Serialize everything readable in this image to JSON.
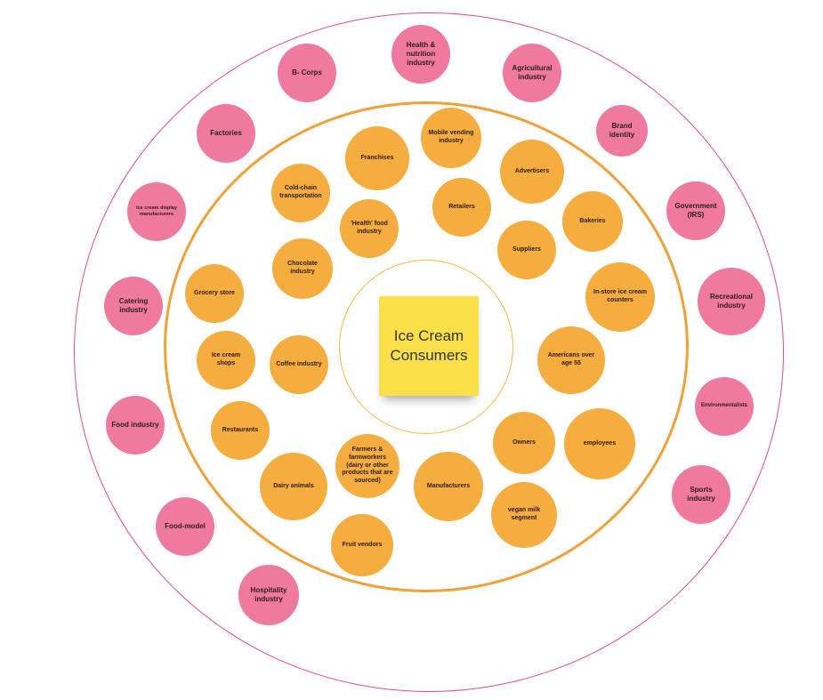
{
  "colors": {
    "outer_ring": "#e0506f",
    "middle_ring": "#f0a13a",
    "inner_ring": "#f5b945",
    "outer_bubble": "#f07a9e",
    "inner_bubble": "#f4ad3e",
    "sticky_note": "#fbe04a"
  },
  "center": {
    "label": "Ice Cream\nConsumers"
  },
  "outer_items": [
    {
      "id": "health-nutrition-industry",
      "label": "Health & nutrition industry"
    },
    {
      "id": "agricultural-industry",
      "label": "Agricultural industry"
    },
    {
      "id": "b-corps",
      "label": "B- Corps"
    },
    {
      "id": "brand-identity",
      "label": "Brand identity"
    },
    {
      "id": "factories",
      "label": "Factories"
    },
    {
      "id": "government-irs",
      "label": "Government (IRS)"
    },
    {
      "id": "ice-cream-display-manufacturers",
      "label": "Ice cream display manufacturers"
    },
    {
      "id": "catering-industry",
      "label": "Catering industry"
    },
    {
      "id": "recreational-industry",
      "label": "Recreational industry"
    },
    {
      "id": "environmentalists",
      "label": "Environmentalists"
    },
    {
      "id": "food-industry",
      "label": "Food industry"
    },
    {
      "id": "sports-industry",
      "label": "Sports industry"
    },
    {
      "id": "food-model",
      "label": "Food-model"
    },
    {
      "id": "hospitality-industry",
      "label": "Hospitality industry"
    }
  ],
  "inner_items": [
    {
      "id": "mobile-vending-industry",
      "label": "Mobile vending industry"
    },
    {
      "id": "franchises",
      "label": "Franchises"
    },
    {
      "id": "advertisers",
      "label": "Advertisers"
    },
    {
      "id": "cold-chain-transportation",
      "label": "Cold-chain transportation"
    },
    {
      "id": "retailers",
      "label": "Retailers"
    },
    {
      "id": "health-food-industry",
      "label": "'Health' food industry"
    },
    {
      "id": "bakeries",
      "label": "Bakeries"
    },
    {
      "id": "suppliers",
      "label": "Suppliers"
    },
    {
      "id": "chocolate-industry",
      "label": "Chocolate industry"
    },
    {
      "id": "grocery-store",
      "label": "Grocery store"
    },
    {
      "id": "in-store-ice-cream-counters",
      "label": "In-store ice cream counters"
    },
    {
      "id": "ice-cream-shops",
      "label": "Ice cream shops"
    },
    {
      "id": "coffee-industry",
      "label": "Coffee industry"
    },
    {
      "id": "americans-over-55",
      "label": "Americans over age 55"
    },
    {
      "id": "restaurants",
      "label": "Restaurants"
    },
    {
      "id": "owners",
      "label": "Owners"
    },
    {
      "id": "employees",
      "label": "employees"
    },
    {
      "id": "farmers-farmworkers",
      "label": "Farmers & farmworkers (dairy or other products that are sourced)"
    },
    {
      "id": "dairy-animals",
      "label": "Dairy animals"
    },
    {
      "id": "manufacturers",
      "label": "Manufacturers"
    },
    {
      "id": "vegan-milk-segment",
      "label": "vegan milk segment"
    },
    {
      "id": "fruit-vendors",
      "label": "Fruit vendors"
    }
  ]
}
